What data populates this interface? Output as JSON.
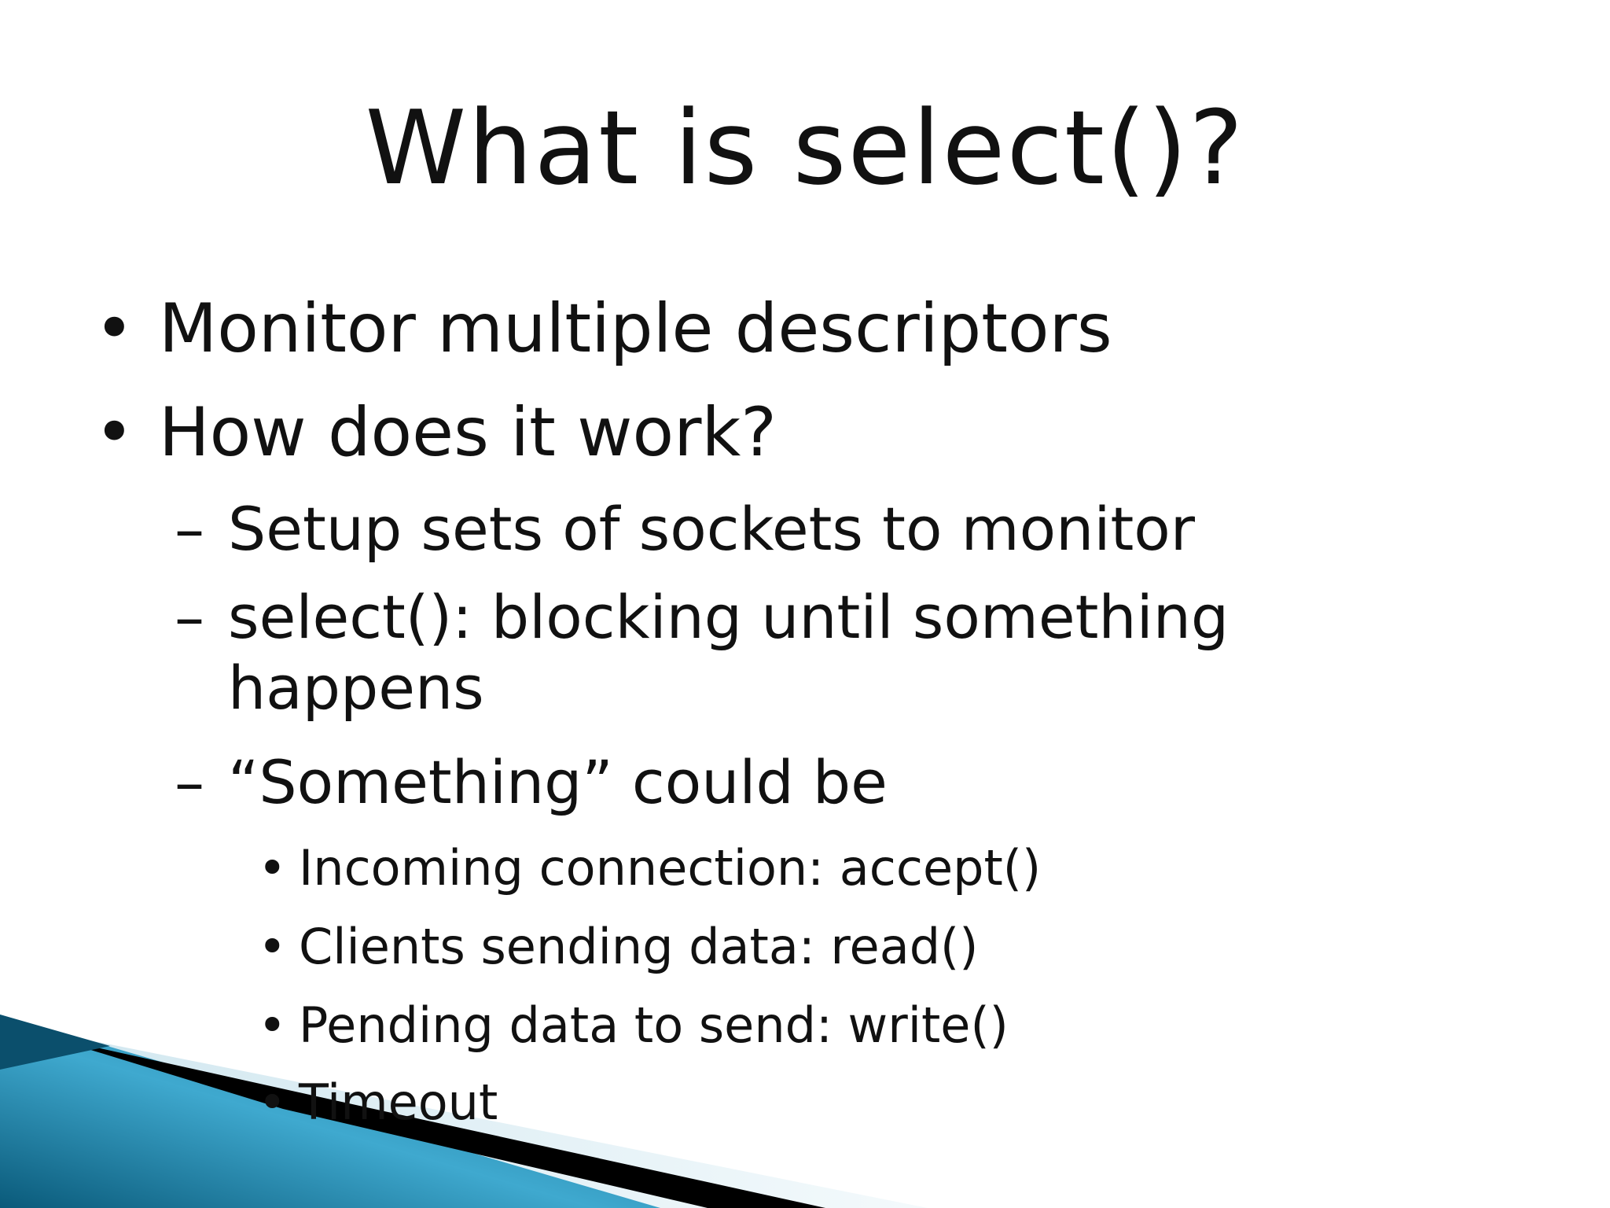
{
  "slide": {
    "title": "What is select()?",
    "bullet_marker": "•",
    "dash_marker": "–",
    "items": [
      {
        "level": 1,
        "text": "Monitor multiple descriptors"
      },
      {
        "level": 1,
        "text": "How does it work?"
      },
      {
        "level": 2,
        "text": "Setup sets of sockets to monitor"
      },
      {
        "level": 2,
        "text": "select(): blocking until something happens"
      },
      {
        "level": 2,
        "text": "“Something” could be"
      },
      {
        "level": 3,
        "text": "Incoming connection: accept()"
      },
      {
        "level": 3,
        "text": "Clients sending data: read()"
      },
      {
        "level": 3,
        "text": "Pending data to send: write()"
      },
      {
        "level": 3,
        "text": "Timeout"
      }
    ]
  },
  "theme": {
    "text_color": "#111111",
    "accent_dark": "#0b4f6c",
    "accent_light": "#5bbcd9",
    "stripe_black": "#000000"
  }
}
